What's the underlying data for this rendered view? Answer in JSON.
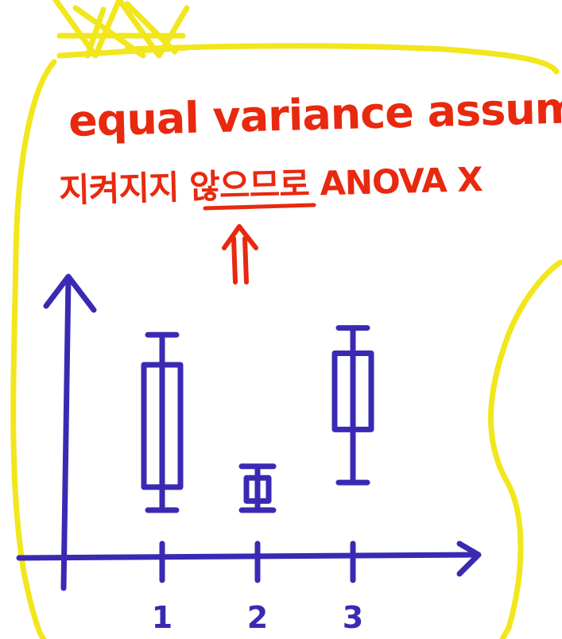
{
  "note": {
    "line1": "equal variance assumption이",
    "line2": "지켜지지 않으므로 ANOVA X"
  },
  "chart_data": {
    "type": "boxplot",
    "categories": [
      "1",
      "2",
      "3"
    ],
    "boxes": [
      {
        "category": "1",
        "whisker_low": 2,
        "q1": 3,
        "q3": 8.3,
        "whisker_high": 9.6
      },
      {
        "category": "2",
        "whisker_low": 2,
        "q1": 2.4,
        "q3": 3.4,
        "whisker_high": 3.9
      },
      {
        "category": "3",
        "whisker_low": 3.2,
        "q1": 5.5,
        "q3": 8.8,
        "whisker_high": 9.9
      }
    ],
    "ylim": [
      0,
      12.4
    ],
    "xlim": [
      0,
      4.3
    ],
    "grid": false
  },
  "colors": {
    "ink_blue": "#3a2ab3",
    "ink_red": "#e8290f",
    "highlight_yellow": "#f2e61c"
  }
}
